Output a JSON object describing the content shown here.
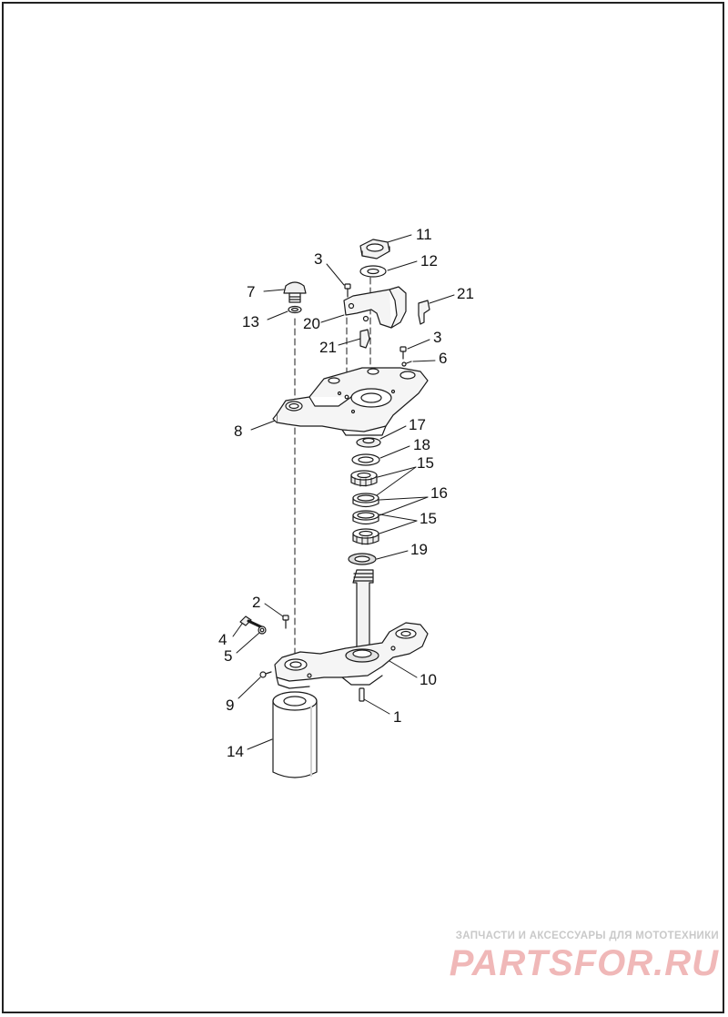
{
  "colors": {
    "line": "#1a1a1a",
    "part_fill": "#ffffff",
    "shade": "#e6e6e6",
    "watermark_red": "#f0b8b8",
    "watermark_gray": "#c9c9c9"
  },
  "callouts": [
    {
      "id": "11",
      "label": "11"
    },
    {
      "id": "12",
      "label": "12"
    },
    {
      "id": "3a",
      "label": "3"
    },
    {
      "id": "21a",
      "label": "21"
    },
    {
      "id": "7",
      "label": "7"
    },
    {
      "id": "13",
      "label": "13"
    },
    {
      "id": "20",
      "label": "20"
    },
    {
      "id": "21b",
      "label": "21"
    },
    {
      "id": "3b",
      "label": "3"
    },
    {
      "id": "6",
      "label": "6"
    },
    {
      "id": "8",
      "label": "8"
    },
    {
      "id": "17",
      "label": "17"
    },
    {
      "id": "18",
      "label": "18"
    },
    {
      "id": "15a",
      "label": "15"
    },
    {
      "id": "16",
      "label": "16"
    },
    {
      "id": "15b",
      "label": "15"
    },
    {
      "id": "19",
      "label": "19"
    },
    {
      "id": "2",
      "label": "2"
    },
    {
      "id": "4",
      "label": "4"
    },
    {
      "id": "5",
      "label": "5"
    },
    {
      "id": "10",
      "label": "10"
    },
    {
      "id": "9",
      "label": "9"
    },
    {
      "id": "1",
      "label": "1"
    },
    {
      "id": "14",
      "label": "14"
    }
  ],
  "watermark": {
    "tagline": "ЗАПЧАСТИ И АКСЕССУАРЫ ДЛЯ МОТОТЕХНИКИ",
    "logo": "PARTSFOR.RU"
  }
}
